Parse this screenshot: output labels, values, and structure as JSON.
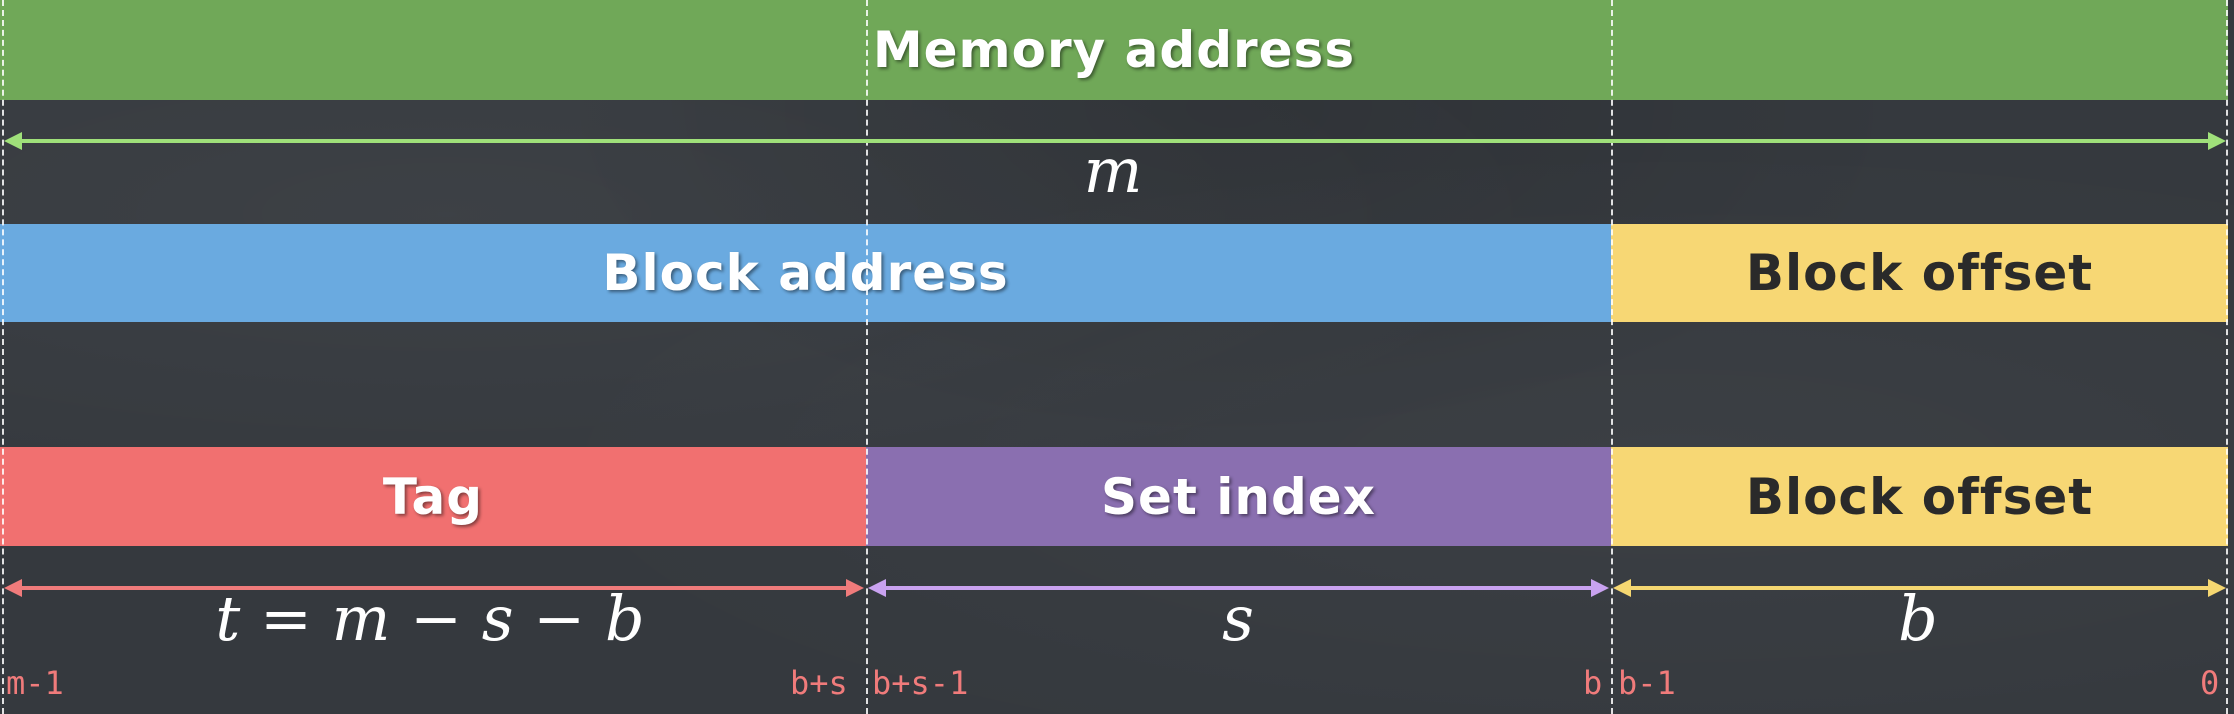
{
  "colors": {
    "background": "#35393e",
    "memory_address": "#70a858",
    "block_address": "#6aaae0",
    "block_offset": "#f7d774",
    "tag": "#f17070",
    "set_index": "#8a6fb0",
    "arrow_m": "#9fe07a",
    "arrow_t": "#f07b7b",
    "arrow_s": "#c9a2f0",
    "arrow_b": "#f5d771",
    "bit_label": "#f07b7b"
  },
  "bars": {
    "memory_address": "Memory address",
    "block_address": "Block address",
    "block_offset_top": "Block offset",
    "tag": "Tag",
    "set_index": "Set index",
    "block_offset_bottom": "Block offset"
  },
  "widths": {
    "m": "m",
    "t": "t = m − s − b",
    "s": "s",
    "b": "b"
  },
  "bit_positions": {
    "tag_high": "m-1",
    "tag_low": "b+s",
    "set_high": "b+s-1",
    "set_low": "b",
    "offset_high": "b-1",
    "offset_low": "0"
  }
}
